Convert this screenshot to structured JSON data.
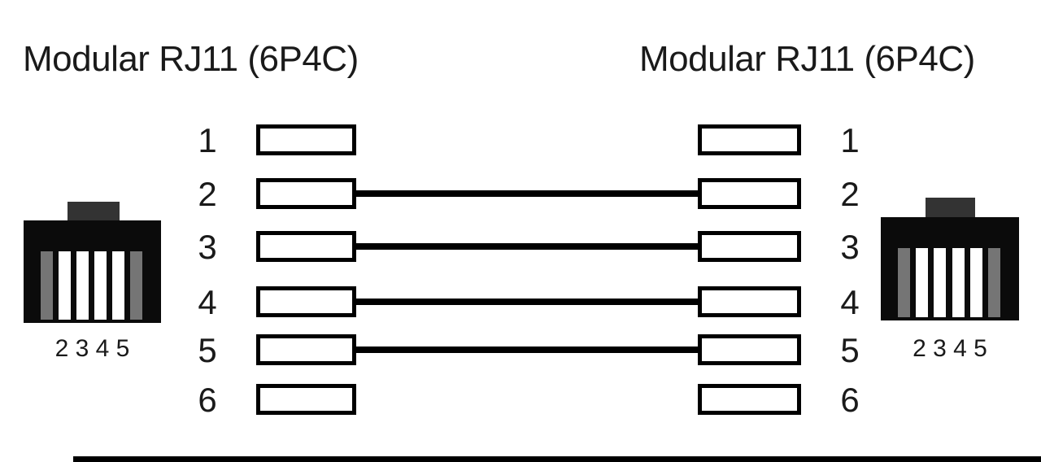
{
  "titles": {
    "left": "Modular RJ11 (6P4C)",
    "right": "Modular RJ11 (6P4C)"
  },
  "connectors": {
    "left": {
      "label": "2 3 4 5"
    },
    "right": {
      "label": "2 3 4 5"
    }
  },
  "pins": {
    "left": [
      "1",
      "2",
      "3",
      "4",
      "5",
      "6"
    ],
    "right": [
      "1",
      "2",
      "3",
      "4",
      "5",
      "6"
    ]
  },
  "connections": [
    {
      "from": "2",
      "to": "2"
    },
    {
      "from": "3",
      "to": "3"
    },
    {
      "from": "4",
      "to": "4"
    },
    {
      "from": "5",
      "to": "5"
    }
  ],
  "colors": {
    "wire": "#000000",
    "box_border": "#000000",
    "connector_body": "#0b0b0b",
    "connector_tab": "#333333",
    "stripe_gray": "#757575",
    "stripe_white": "#ffffff",
    "bottom_bar": "#000000",
    "text": "#1a1a1a"
  }
}
